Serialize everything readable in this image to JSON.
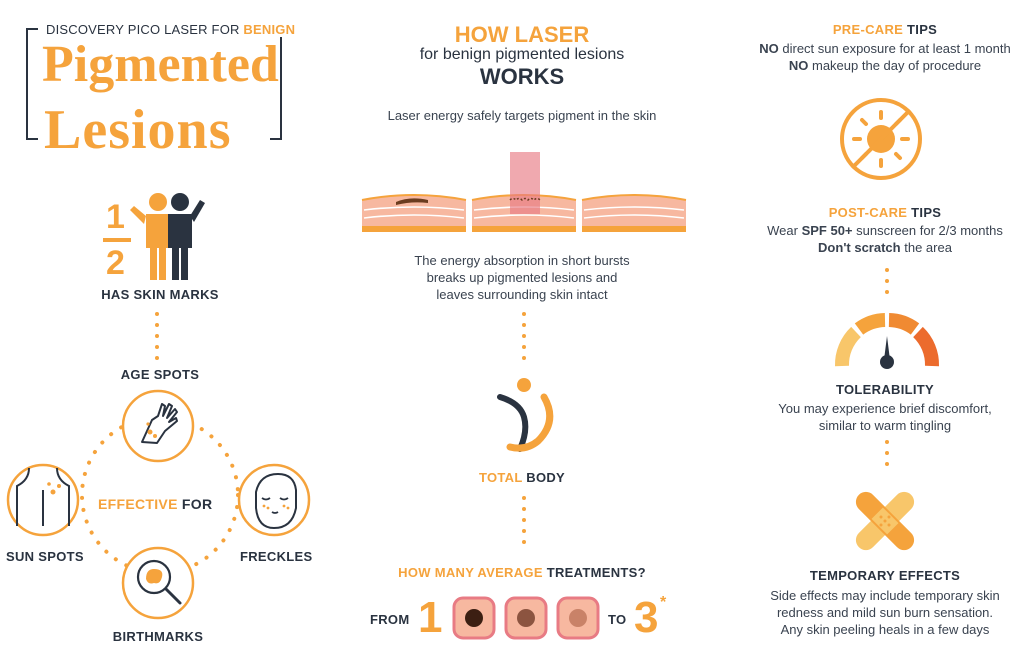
{
  "title": {
    "top_line_prefix": "DISCOVERY PICO LASER FOR",
    "top_line_accent": "BENIGN",
    "word1": "Pigmented",
    "word2": "Lesions"
  },
  "stat": {
    "fraction_top": "1",
    "fraction_bottom": "2",
    "label": "HAS SKIN MARKS"
  },
  "targets": {
    "effective_prefix": "EFFECTIVE",
    "effective_suffix": "FOR",
    "age_spots": "AGE SPOTS",
    "sun_spots": "SUN SPOTS",
    "freckles": "FRECKLES",
    "birthmarks": "BIRTHMARKS"
  },
  "how": {
    "line1": "HOW LASER",
    "line2": "for benign pigmented lesions",
    "line3": "WORKS",
    "intro": "Laser energy safely targets pigment in the skin",
    "desc1": "The energy absorption in short bursts",
    "desc2": "breaks up pigmented lesions and",
    "desc3": "leaves surrounding skin intact"
  },
  "total_body": {
    "accent": "TOTAL",
    "rest": "BODY"
  },
  "treatments": {
    "q_accent": "HOW MANY",
    "q_accent2": "AVERAGE",
    "q_rest": "TREATMENTS?",
    "from_label": "FROM",
    "from_num": "1",
    "to_label": "TO",
    "to_num": "3",
    "asterisk": "*"
  },
  "precare": {
    "title_accent": "PRE-CARE",
    "title_rest": "TIPS",
    "l1_bold": "NO",
    "l1_rest": "direct sun exposure for at least 1 month",
    "l2_bold": "NO",
    "l2_rest": "makeup the day of procedure"
  },
  "postcare": {
    "title_accent": "POST-CARE",
    "title_rest": "TIPS",
    "l1_pre": "Wear",
    "l1_bold": "SPF 50+",
    "l1_rest": "sunscreen for 2/3 months",
    "l2_bold": "Don't scratch",
    "l2_rest": "the area"
  },
  "tolerability": {
    "title": "TOLERABILITY",
    "l1": "You may experience brief discomfort,",
    "l2": "similar to warm tingling"
  },
  "temporary": {
    "title": "TEMPORARY EFFECTS",
    "l1": "Side effects may include temporary skin",
    "l2": "redness and mild sun burn sensation.",
    "l3": "Any skin peeling heals in a few days"
  },
  "colors": {
    "accent": "#f5a33c",
    "dark": "#2a3340",
    "skin": "#f7b8a0"
  }
}
